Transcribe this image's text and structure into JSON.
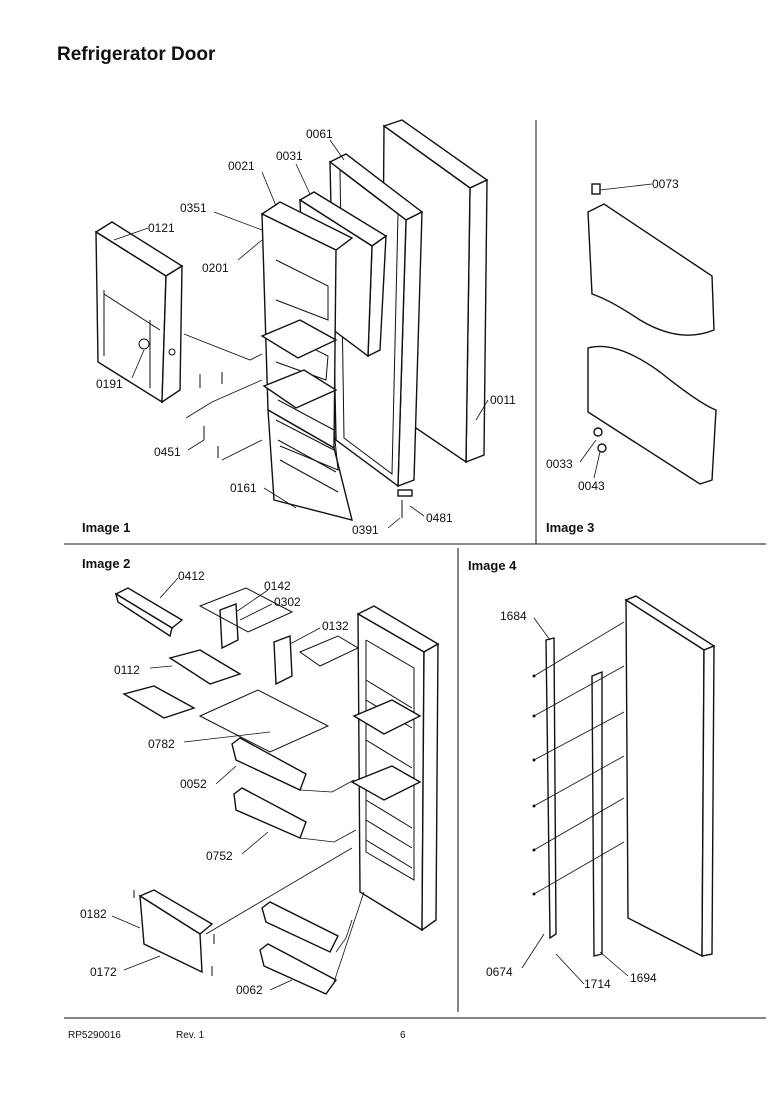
{
  "title": "Refrigerator Door",
  "panels": [
    "Image 1",
    "Image 2",
    "Image 3",
    "Image 4"
  ],
  "parts": {
    "p0061": "0061",
    "p0031": "0031",
    "p0021": "0021",
    "p0351": "0351",
    "p0121": "0121",
    "p0201": "0201",
    "p0191": "0191",
    "p0011": "0011",
    "p0451": "0451",
    "p0161": "0161",
    "p0481": "0481",
    "p0391": "0391",
    "p0073": "0073",
    "p0033": "0033",
    "p0043": "0043",
    "p0412": "0412",
    "p0142": "0142",
    "p0302": "0302",
    "p0132": "0132",
    "p0112": "0112",
    "p0782": "0782",
    "p0052": "0052",
    "p0752": "0752",
    "p0182": "0182",
    "p0172": "0172",
    "p0062": "0062",
    "p1684": "1684",
    "p0674": "0674",
    "p1714": "1714",
    "p1694": "1694"
  },
  "footer": {
    "doc_no": "RP5290016",
    "rev": "Rev. 1",
    "page": "6"
  }
}
